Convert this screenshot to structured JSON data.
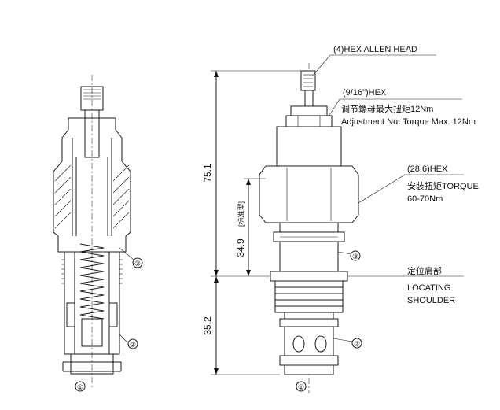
{
  "labels": {
    "hex_allen_head": "(4)HEX ALLEN HEAD",
    "hex_9_16": "(9/16\")HEX",
    "adjust_torque_cn": "调节螺母最大扭矩12Nm",
    "adjust_torque_en": "Adjustment Nut Torque Max. 12Nm",
    "hex_28_6": "(28.6)HEX",
    "install_torque": "安装扭矩TORQUE",
    "install_torque_value": "60-70Nm",
    "locating_cn": "定位肩部",
    "locating_en_1": "LOCATING",
    "locating_en_2": "SHOULDER"
  },
  "dimensions": {
    "overall": "75.1",
    "standard": "34.9",
    "standard_note": "[标准型]",
    "lower": "35.2"
  },
  "port_markers": {
    "left": [
      "①",
      "②",
      "③"
    ],
    "right": [
      "①",
      "②",
      "③"
    ]
  }
}
